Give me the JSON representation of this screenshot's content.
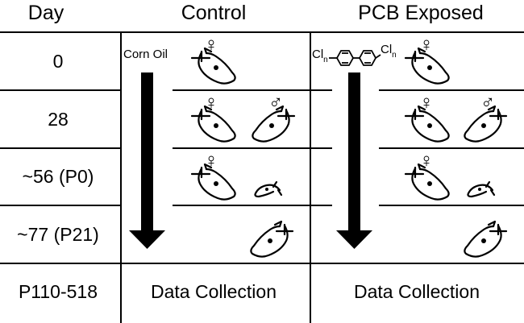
{
  "headers": {
    "day": "Day",
    "control": "Control",
    "exposed": "PCB Exposed"
  },
  "days": [
    "0",
    "28",
    "~56 (P0)",
    "~77 (P21)",
    "P110-518"
  ],
  "control_treatment": "Corn Oil",
  "chem": {
    "cl": "Cl",
    "n": "n"
  },
  "data_collection": {
    "control": "Data Collection",
    "exposed": "Data Collection"
  },
  "symbols": {
    "female": "♀",
    "male": "♂"
  },
  "icons": [
    "mouse-icon",
    "pup-icon",
    "arrow-down-icon",
    "biphenyl-icon"
  ]
}
